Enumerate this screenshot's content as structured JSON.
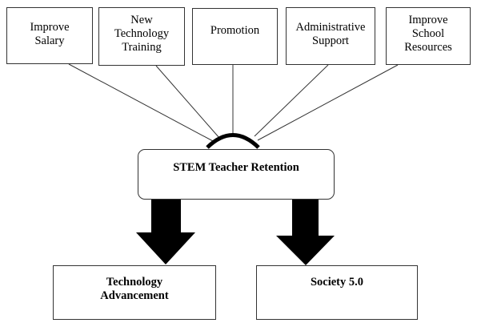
{
  "factors": [
    {
      "label": "Improve\nSalary"
    },
    {
      "label": "New\nTechnology\nTraining"
    },
    {
      "label": "Promotion"
    },
    {
      "label": "Administrative\nSupport"
    },
    {
      "label": "Improve\nSchool\nResources"
    }
  ],
  "central": {
    "label": "STEM Teacher Retention"
  },
  "outcomes": [
    {
      "label": "Technology\nAdvancement"
    },
    {
      "label": "Society 5.0"
    }
  ],
  "colors": {
    "box_border": "#333333",
    "connector_line": "#333333",
    "arrow_fill": "#000000",
    "background": "#ffffff"
  }
}
